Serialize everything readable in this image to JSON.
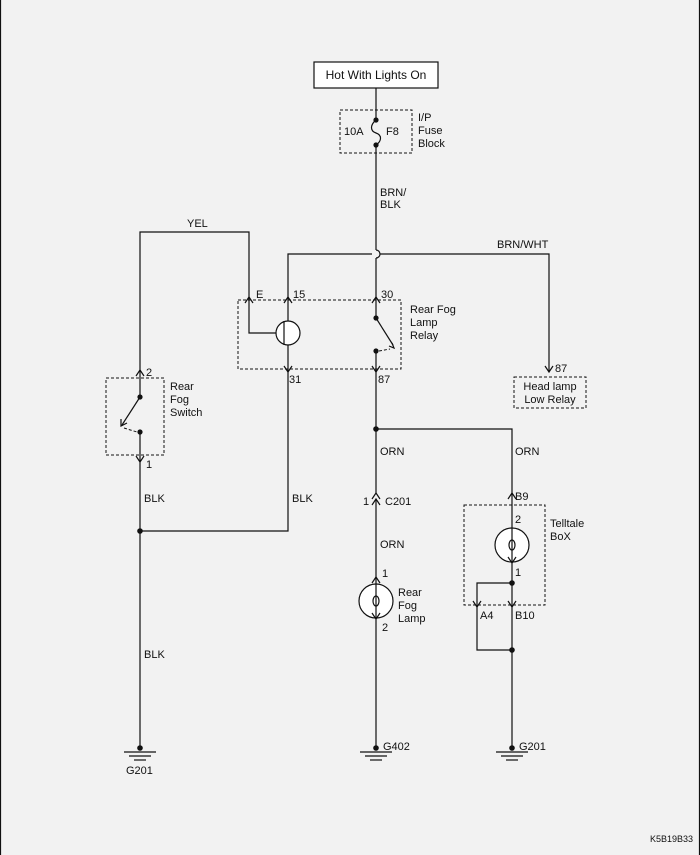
{
  "power_source": "Hot With Lights On",
  "fuse": {
    "rating": "10A",
    "id": "F8",
    "block_label_1": "I/P",
    "block_label_2": "Fuse",
    "block_label_3": "Block"
  },
  "wires": {
    "brn_blk_1": "BRN/",
    "brn_blk_2": "BLK",
    "yel": "YEL",
    "brn_wht": "BRN/WHT",
    "orn_1": "ORN",
    "orn_2": "ORN",
    "orn_3": "ORN",
    "blk_1": "BLK",
    "blk_2": "BLK",
    "blk_3": "BLK"
  },
  "relay": {
    "label_1": "Rear Fog",
    "label_2": "Lamp",
    "label_3": "Relay",
    "pin_e": "E",
    "pin_15": "15",
    "pin_30": "30",
    "pin_31": "31",
    "pin_87": "87"
  },
  "headlamp_relay": {
    "label_1": "Head lamp",
    "label_2": "Low Relay",
    "pin": "87"
  },
  "switch": {
    "label_1": "Rear",
    "label_2": "Fog",
    "label_3": "Switch",
    "pin_top": "2",
    "pin_bottom": "1"
  },
  "connector": {
    "pin": "1",
    "id": "C201"
  },
  "fog_lamp": {
    "label_1": "Rear",
    "label_2": "Fog",
    "label_3": "Lamp",
    "pin_top": "1",
    "pin_bottom": "2"
  },
  "telltale": {
    "label_1": "Telltale",
    "label_2": "BoX",
    "pin_b9": "B9",
    "pin_2": "2",
    "pin_1": "1",
    "pin_a4": "A4",
    "pin_b10": "B10"
  },
  "grounds": {
    "left": "G201",
    "middle": "G402",
    "right": "G201"
  },
  "diagram_code": "K5B19B33"
}
